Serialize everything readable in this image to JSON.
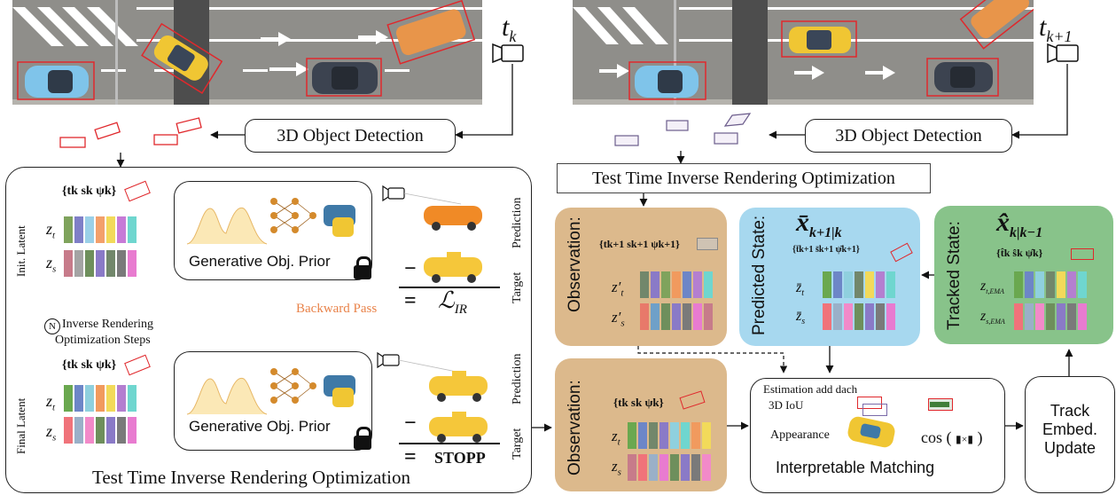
{
  "time_labels": {
    "t_k": "t",
    "t_k_sub": "k",
    "t_k1": "t",
    "t_k1_sub": "k+1"
  },
  "detection_left": "3D Object Detection",
  "detection_right": "3D Object Detection",
  "tti_right_header": "Test Time Inverse Rendering Optimization",
  "tti_left_footer": "Test Time Inverse Rendering Optimization",
  "init_latent": "Init. Latent",
  "final_latent": "Final Latent",
  "obj_params": "{t",
  "obj_params_full": "{tk sk ψk}",
  "zt": "z",
  "zt_sub": "t",
  "zs": "z",
  "zs_sub": "s",
  "generative_prior": "Generative Obj. Prior",
  "target_label": "Target",
  "prediction_label": "Prediction",
  "loss_symbol": "ℒ",
  "loss_sub": "IR",
  "minus": "−",
  "equals": "=",
  "stopp": "STOPP",
  "backward_pass": "Backward Pass",
  "n_symbol": "N",
  "steps_line1": "Inverse Rendering",
  "steps_line2": "Optimization Steps",
  "observation_label": "Observation:",
  "obs_top_params": "{tk+1 sk+1 ψk+1}",
  "obs_bottom_params": "{tk sk ψk}",
  "predicted_state": "Predicted State:",
  "predicted_symbol": "x̄",
  "predicted_sub": "k+1|k",
  "predicted_params": "{t̄k+1 s̄k+1 ψ̄k+1}",
  "tracked_state": "Tracked State:",
  "tracked_symbol": "x̂",
  "tracked_sub": "k|k−1",
  "tracked_params": "{t̂k ŝk ψ̂k}",
  "tracked_zt": "z",
  "tracked_zt_sub": "t,EMA",
  "tracked_zs_sub": "s,EMA",
  "matching_header": "Estimation add dach",
  "iou_label": "3D IoU",
  "appearance_label": "Appearance",
  "cos_label": "cos",
  "interpretable_matching": "Interpretable Matching",
  "track_embed_1": "Track",
  "track_embed_2": "Embed.",
  "track_embed_3": "Update",
  "colors": {
    "observation_fill": "#dcb98c",
    "predicted_fill": "#a7d8ef",
    "tracked_fill": "#88c38a",
    "bbox_red": "#e0282c",
    "backward_orange": "#e9834a"
  }
}
